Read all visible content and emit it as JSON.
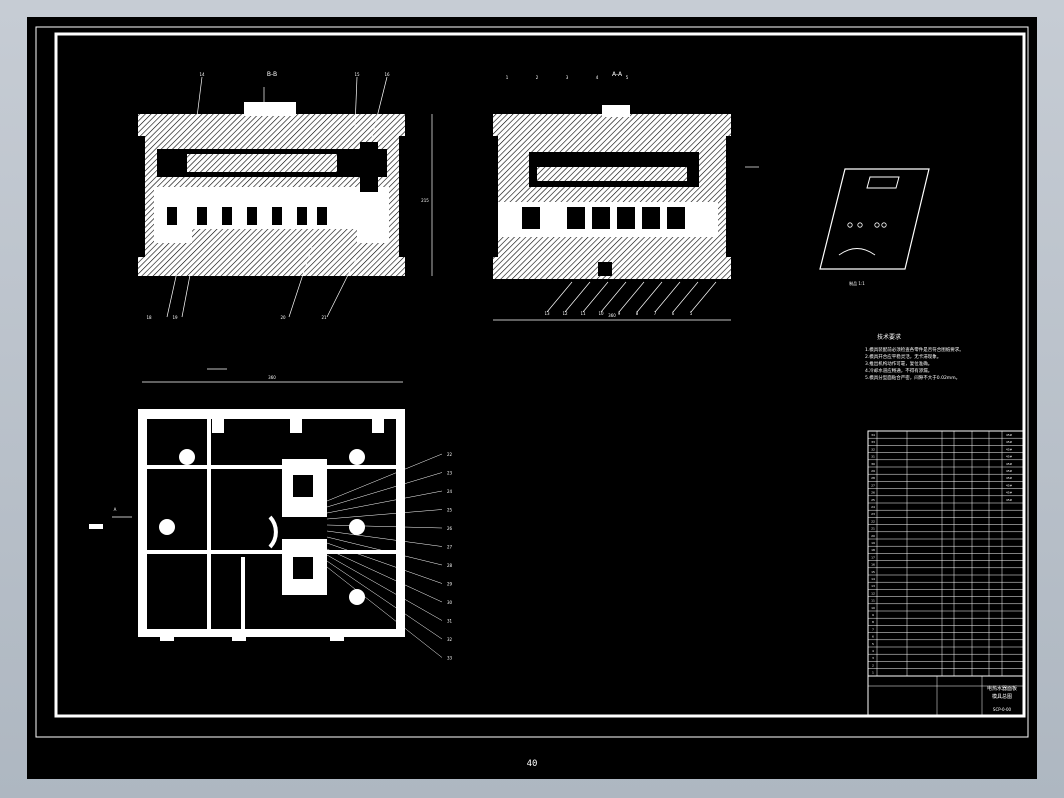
{
  "drawing": {
    "background": "#000000",
    "line_color": "#ffffff",
    "bottom_label": "40"
  },
  "views": {
    "section_bb": {
      "title": "B-B"
    },
    "section_aa": {
      "title": "A-A"
    },
    "product_caption": "制品 1:1"
  },
  "technical_requirements": {
    "heading": "技术要求",
    "items": [
      "1.模具装配前必须检查各零件是否符合图纸要求。",
      "2.模具开合应平稳灵活，无卡滞现象。",
      "3.推出机构动作可靠，复位准确。",
      "4.冷却水道应畅通，不得有渗漏。",
      "5.模具分型面贴合严密，间隙不大于0.02mm。"
    ]
  },
  "title_block": {
    "part_name": "电热水器面板",
    "sub": "模具总图",
    "drawing_no": "SCP-0-00"
  }
}
